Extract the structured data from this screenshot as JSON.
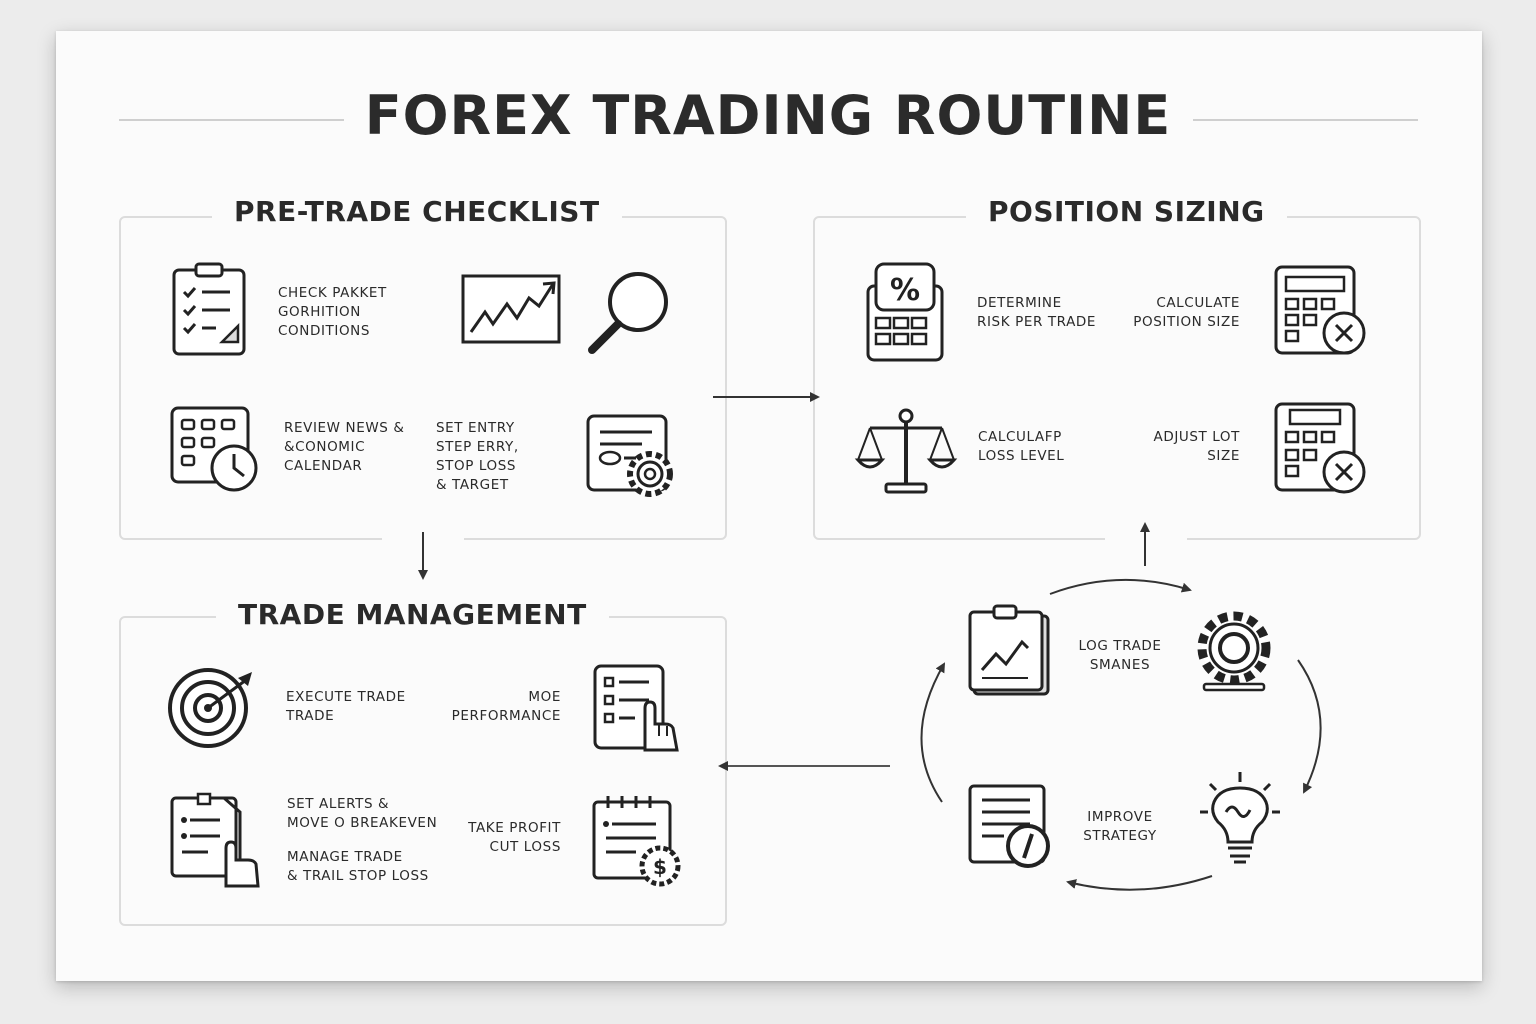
{
  "title": "FOREX TRADING ROUTINE",
  "pre_trade": {
    "title": "PRE-TRADE CHECKLIST",
    "items": [
      {
        "label": "CHECK PAKKET\nGORHITION\nCONDITIONS",
        "icon": "clipboard-checklist-icon"
      },
      {
        "label": "REVIEW NEWS &\n&CONOMIC\nCALENDAR",
        "icon": "calendar-clock-icon"
      },
      {
        "label": "SET ENTRY\nSTEP ERRY,\nSTOP LOSS\n& TARGET",
        "icon": "document-gear-icon"
      }
    ],
    "extra_icons": [
      "chart-up-icon",
      "magnifier-icon"
    ]
  },
  "position_sizing": {
    "title": "POSITION SIZING",
    "items": [
      {
        "label": "DETERMINE\nRISK PER TRADE",
        "icon": "percent-calculator-icon"
      },
      {
        "label": "CALCULATE\nPOSITION SIZE",
        "icon": "calculator-icon"
      },
      {
        "label": "CALCULAFP\nLOSS LEVEL",
        "icon": "scales-icon"
      },
      {
        "label": "ADJUST LOT\nSIZE",
        "icon": "calculator-adjust-icon"
      }
    ]
  },
  "trade_management": {
    "title": "TRADE MANAGEMENT",
    "items": [
      {
        "label": "EXECUTE TRADE\nTRADE",
        "icon": "target-arrow-icon"
      },
      {
        "label": "MOE\nPERFORMANCE",
        "icon": "checklist-hand-icon"
      },
      {
        "label": "SET ALERTS &\nMOVE O BREAKEVEN",
        "icon": "document-hand-icon"
      },
      {
        "label": "MANAGE TRADE\n& TRAIL STOP LOSS",
        "icon": ""
      },
      {
        "label": "TAKE PROFIT\nCUT LOSS",
        "icon": "notepad-dollar-icon"
      }
    ]
  },
  "review_cycle": {
    "items": [
      {
        "label": "LOG TRADE\nSMANES",
        "icon": "chart-clipboard-icon"
      },
      {
        "label": "IMPROVE\nSTRATEGY",
        "icon": "document-pen-icon"
      }
    ],
    "extra_icons": [
      "gear-icon",
      "lightbulb-icon"
    ]
  }
}
